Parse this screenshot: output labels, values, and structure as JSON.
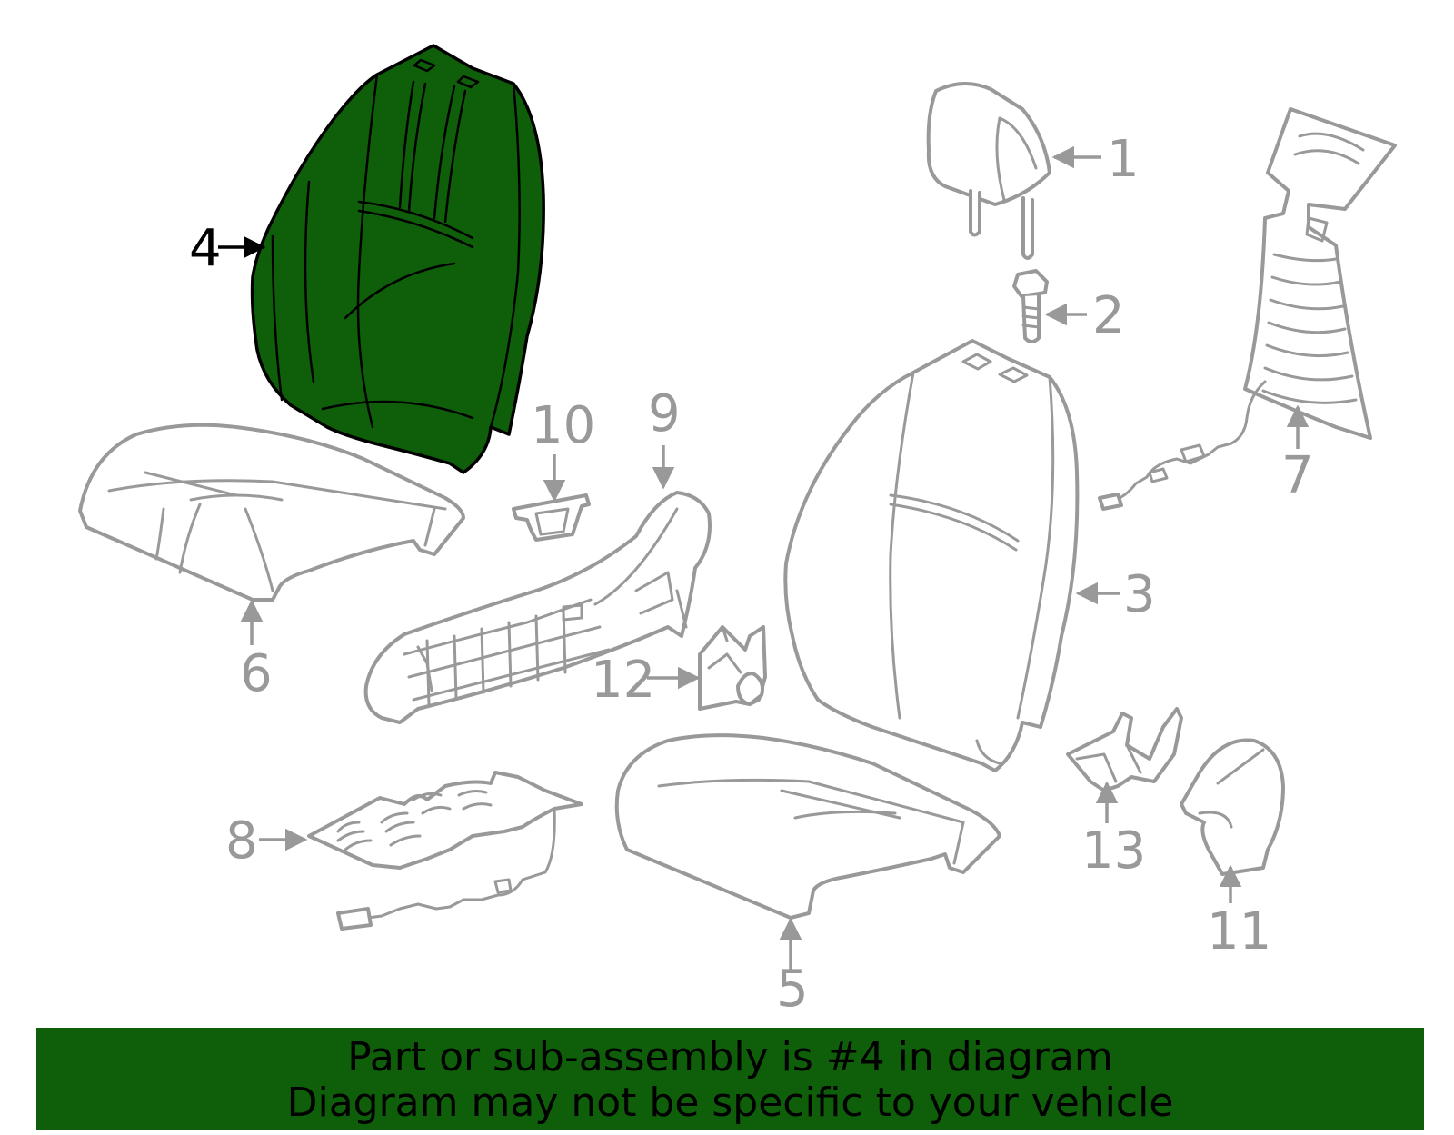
{
  "diagram": {
    "highlighted_part": "4",
    "highlight_color": "#0f5e0a",
    "line_color": "#999999",
    "callouts": [
      {
        "id": "1",
        "label": "1"
      },
      {
        "id": "2",
        "label": "2"
      },
      {
        "id": "3",
        "label": "3"
      },
      {
        "id": "4",
        "label": "4"
      },
      {
        "id": "5",
        "label": "5"
      },
      {
        "id": "6",
        "label": "6"
      },
      {
        "id": "7",
        "label": "7"
      },
      {
        "id": "8",
        "label": "8"
      },
      {
        "id": "9",
        "label": "9"
      },
      {
        "id": "10",
        "label": "10"
      },
      {
        "id": "11",
        "label": "11"
      },
      {
        "id": "12",
        "label": "12"
      },
      {
        "id": "13",
        "label": "13"
      }
    ]
  },
  "footer": {
    "line1": "Part or sub-assembly is #4 in diagram",
    "line2": "Diagram may not be specific to your vehicle",
    "background": "#0f5e0a"
  }
}
